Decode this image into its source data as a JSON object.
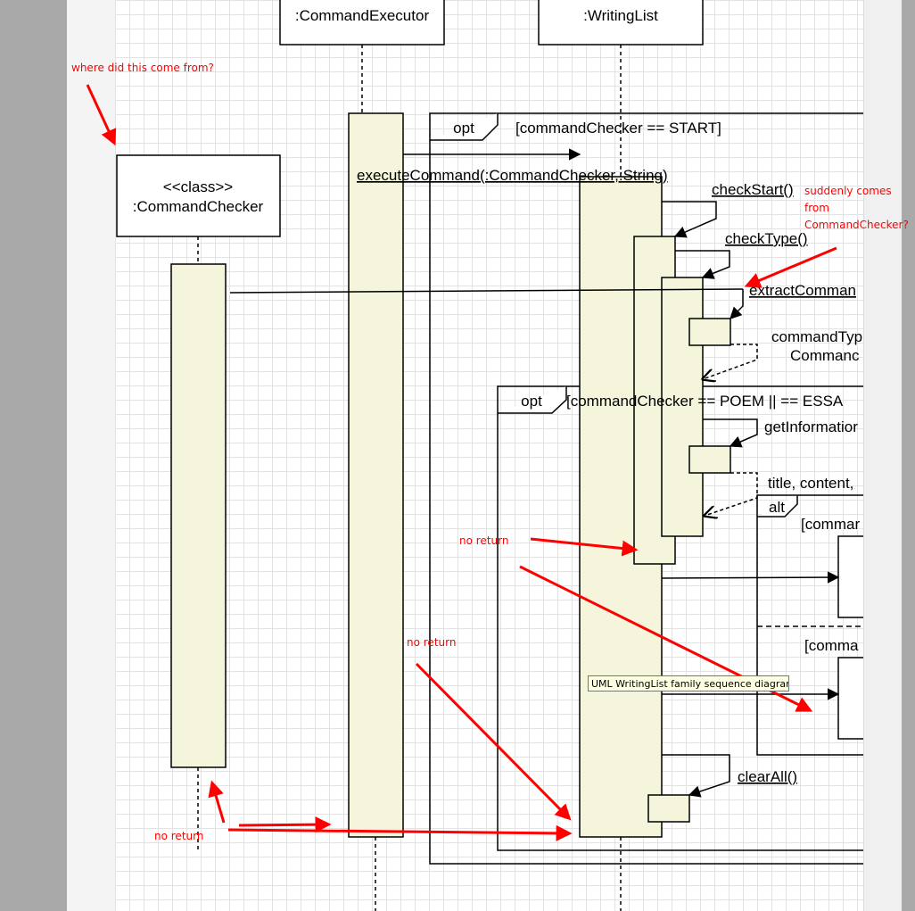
{
  "lifelines": {
    "command_executor": ":CommandExecutor",
    "writing_list": ":WritingList",
    "command_checker_stereotype": "<<class>>",
    "command_checker": ":CommandChecker"
  },
  "fragments": {
    "opt_outer_label": "opt",
    "opt_outer_guard": "[commandChecker == START]",
    "opt_inner_label": "opt",
    "opt_inner_guard": "[commandChecker == POEM || == ESSA",
    "alt_label": "alt",
    "alt_guard_1": "[commar",
    "alt_guard_2": "[comma"
  },
  "messages": {
    "execute_command": "executeCommand(:CommandChecker,:String)",
    "check_start": "checkStart()",
    "check_type": "checkType()",
    "extract_command": "extractComman",
    "command_type_line1": "commandTyp",
    "command_type_line2": "Commanc",
    "get_information": "getInformatior",
    "return_values": "title, content, ",
    "clear_all": "clearAll()"
  },
  "annotations": {
    "where_from": "where did this come from?",
    "suddenly_1": "suddenly comes",
    "suddenly_2": "from",
    "suddenly_3": "CommandChecker?",
    "no_return_1": "no return",
    "no_return_2": "no return",
    "no_return_3": "no return"
  },
  "tooltip": "UML WritingList family sequence diagram",
  "colors": {
    "activation_fill": "#f5f5dc",
    "annotation_red": "#ff0000",
    "stroke": "#000000"
  }
}
